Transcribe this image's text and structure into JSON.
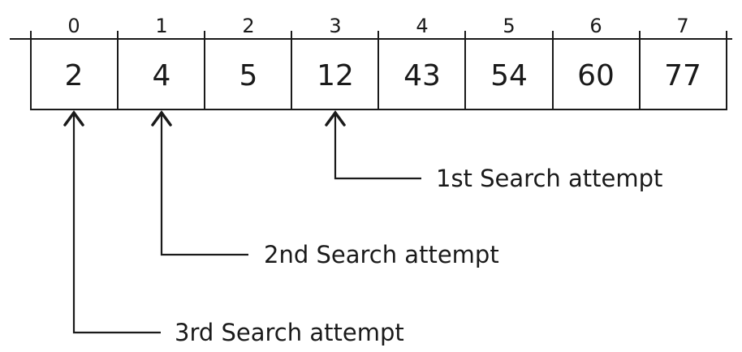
{
  "array": {
    "indices": [
      "0",
      "1",
      "2",
      "3",
      "4",
      "5",
      "6",
      "7"
    ],
    "values": [
      "2",
      "4",
      "5",
      "12",
      "43",
      "54",
      "60",
      "77"
    ]
  },
  "attempts": [
    {
      "label": "1st Search attempt",
      "index": 3
    },
    {
      "label": "2nd Search attempt",
      "index": 1
    },
    {
      "label": "3rd Search attempt",
      "index": 0
    }
  ]
}
